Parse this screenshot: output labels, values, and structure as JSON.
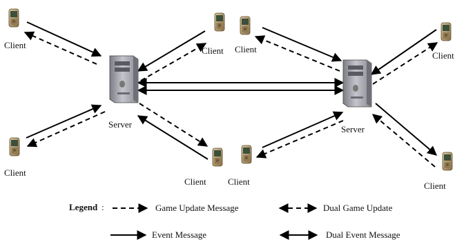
{
  "nodes": {
    "server_label": "Server",
    "client_label": "Client"
  },
  "legend": {
    "title": "Legend",
    "colon": ":",
    "game_update": "Game Update Message",
    "dual_game_update": "Dual Game Update",
    "event": "Event Message",
    "dual_event": "Dual Event Message"
  },
  "colors": {
    "line": "#000000",
    "server_body": "#a9a9b0",
    "phone_body": "#b8a078"
  }
}
